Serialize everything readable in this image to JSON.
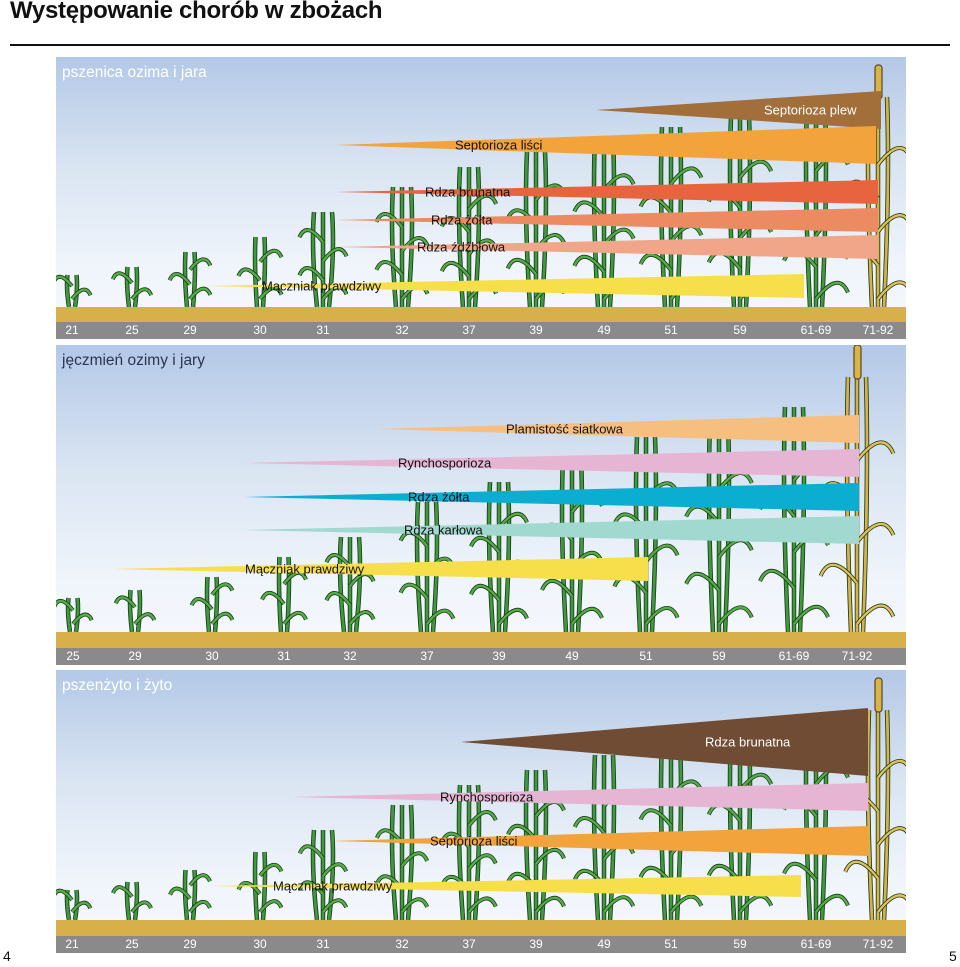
{
  "title": "Występowanie chorób w zbożach",
  "page_left": "4",
  "page_right": "5",
  "panels": [
    {
      "label": "pszenica ozima i jara",
      "stages": [
        "21",
        "25",
        "29",
        "30",
        "31",
        "32",
        "37",
        "39",
        "49",
        "51",
        "59",
        "61-69",
        "71-92"
      ],
      "diseases": [
        {
          "name": "Septorioza plew",
          "color": "#a26f3a",
          "light_text": true
        },
        {
          "name": "Septorioza liści",
          "color": "#f2a33c",
          "light_text": false
        },
        {
          "name": "Rdza brunatna",
          "color": "#e8643f",
          "light_text": false
        },
        {
          "name": "Rdza żółta",
          "color": "#ec8a62",
          "light_text": false
        },
        {
          "name": "Rdza źdźbłowa",
          "color": "#f1a68a",
          "light_text": false
        },
        {
          "name": "Mączniak prawdziwy",
          "color": "#f7df4c",
          "light_text": false
        }
      ]
    },
    {
      "label": "jęczmień ozimy i jary",
      "stages": [
        "25",
        "29",
        "30",
        "31",
        "32",
        "37",
        "39",
        "49",
        "51",
        "59",
        "61-69",
        "71-92"
      ],
      "diseases": [
        {
          "name": "Plamistość siatkowa",
          "color": "#f6bf80",
          "light_text": false
        },
        {
          "name": "Rynchosporioza",
          "color": "#e6b5d3",
          "light_text": false
        },
        {
          "name": "Rdza żółta",
          "color": "#0badd1",
          "light_text": false
        },
        {
          "name": "Rdza karłowa",
          "color": "#a1d8cf",
          "light_text": false
        },
        {
          "name": "Mączniak prawdziwy",
          "color": "#f7df4c",
          "light_text": false
        }
      ]
    },
    {
      "label": "pszenżyto i żyto",
      "stages": [
        "21",
        "25",
        "29",
        "30",
        "31",
        "32",
        "37",
        "39",
        "49",
        "51",
        "59",
        "61-69",
        "71-92"
      ],
      "diseases": [
        {
          "name": "Rdza brunatna",
          "color": "#704c34",
          "light_text": true
        },
        {
          "name": "Rynchosporioza",
          "color": "#e6b5d3",
          "light_text": false
        },
        {
          "name": "Septorioza liści",
          "color": "#f2a33c",
          "light_text": false
        },
        {
          "name": "Mączniak prawdziwy",
          "color": "#f7df4c",
          "light_text": false
        }
      ]
    }
  ]
}
